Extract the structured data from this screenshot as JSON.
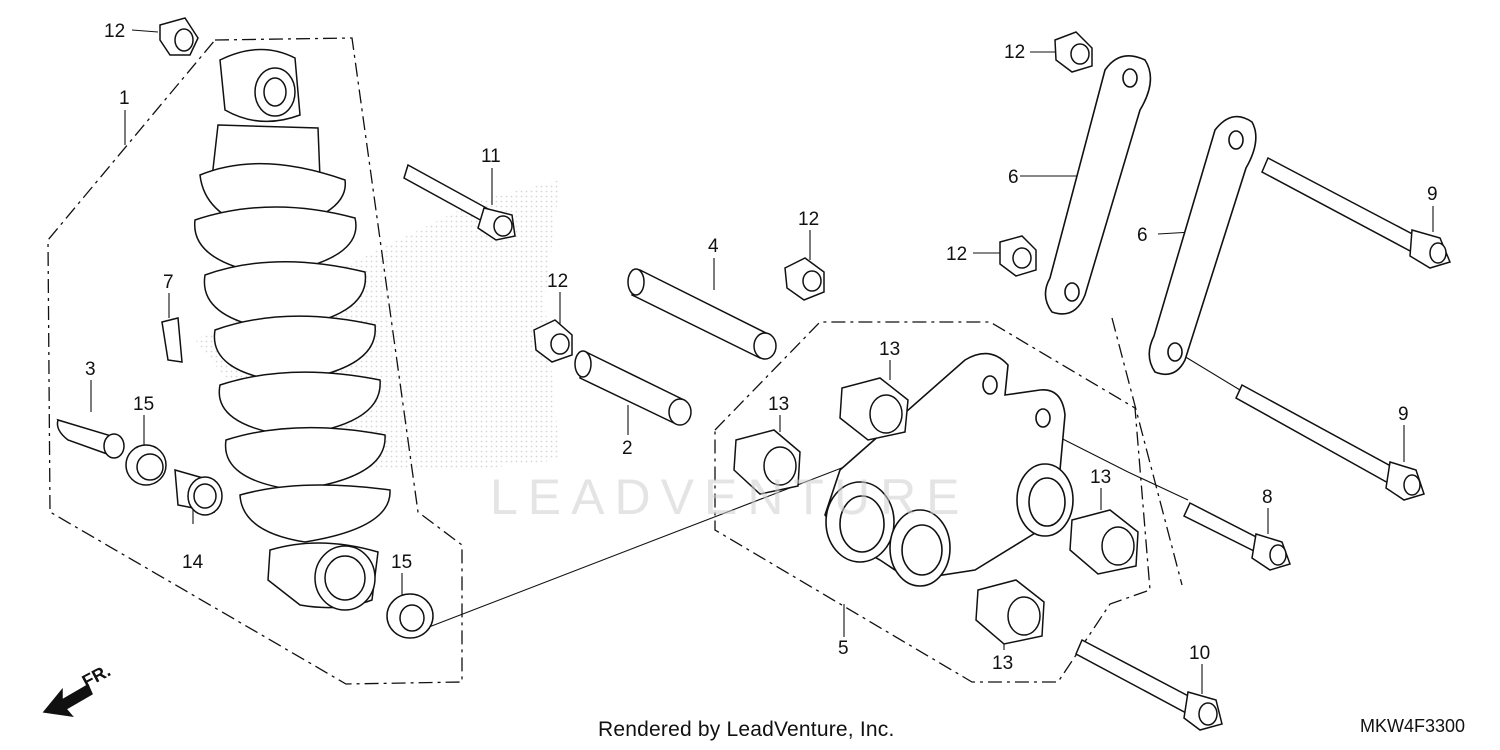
{
  "footer": {
    "credit": "Rendered by LeadVenture, Inc.",
    "diagram_code": "MKW4F3300"
  },
  "watermark": "LEADVENTURE",
  "direction_label": "FR.",
  "callouts": {
    "c1": "1",
    "c2": "2",
    "c3": "3",
    "c4": "4",
    "c5": "5",
    "c6a": "6",
    "c6b": "6",
    "c7": "7",
    "c8": "8",
    "c9a": "9",
    "c9b": "9",
    "c10": "10",
    "c11": "11",
    "c12a": "12",
    "c12b": "12",
    "c12c": "12",
    "c12d": "12",
    "c12e": "12",
    "c13a": "13",
    "c13b": "13",
    "c13c": "13",
    "c13d": "13",
    "c14": "14",
    "c15a": "15",
    "c15b": "15"
  },
  "colors": {
    "line": "#111111",
    "fill": "#ffffff",
    "watermark": "#cfcfcf"
  }
}
